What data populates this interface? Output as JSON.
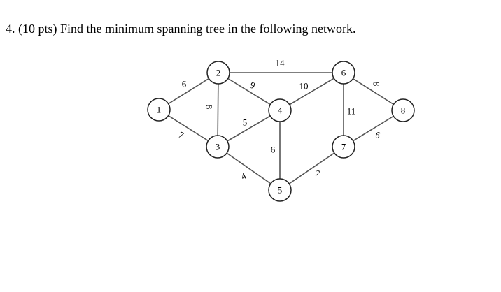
{
  "question": {
    "text": "4. (10 pts) Find the minimum spanning tree in the following network."
  },
  "graph": {
    "nodes": [
      {
        "id": "1",
        "label": "1"
      },
      {
        "id": "2",
        "label": "2"
      },
      {
        "id": "3",
        "label": "3"
      },
      {
        "id": "4",
        "label": "4"
      },
      {
        "id": "5",
        "label": "5"
      },
      {
        "id": "6",
        "label": "6"
      },
      {
        "id": "7",
        "label": "7"
      },
      {
        "id": "8",
        "label": "8"
      }
    ],
    "edges": [
      {
        "from": "1",
        "to": "2",
        "weight": "6"
      },
      {
        "from": "1",
        "to": "3",
        "weight": "7"
      },
      {
        "from": "2",
        "to": "3",
        "weight": "8"
      },
      {
        "from": "2",
        "to": "4",
        "weight": "9"
      },
      {
        "from": "2",
        "to": "6",
        "weight": "14"
      },
      {
        "from": "3",
        "to": "4",
        "weight": "5"
      },
      {
        "from": "3",
        "to": "5",
        "weight": "4"
      },
      {
        "from": "4",
        "to": "5",
        "weight": "6"
      },
      {
        "from": "4",
        "to": "6",
        "weight": "10"
      },
      {
        "from": "5",
        "to": "7",
        "weight": "7"
      },
      {
        "from": "6",
        "to": "7",
        "weight": "11"
      },
      {
        "from": "6",
        "to": "8",
        "weight": "8"
      },
      {
        "from": "7",
        "to": "8",
        "weight": "6"
      }
    ],
    "colors": {
      "edge": "#555555",
      "node_stroke": "#222222",
      "node_fill": "#ffffff"
    }
  }
}
